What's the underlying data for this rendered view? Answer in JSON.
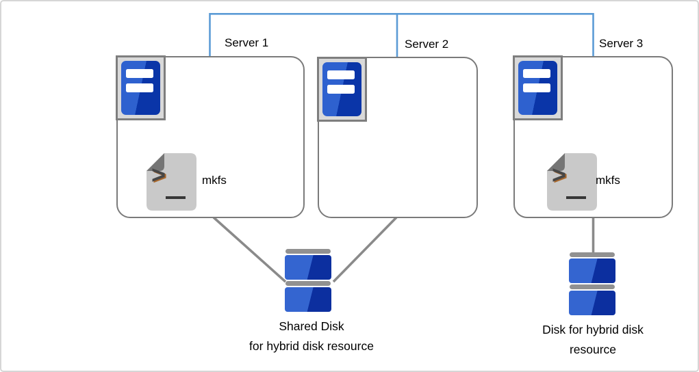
{
  "servers": [
    {
      "name": "Server 1",
      "script": "mkfs"
    },
    {
      "name": "Server 2"
    },
    {
      "name": "Server 3",
      "script": "mkfs"
    }
  ],
  "storage": [
    {
      "line1": "Shared Disk",
      "line2": "for hybrid disk resource"
    },
    {
      "line1": "Disk for hybrid disk",
      "line2": "resource"
    }
  ],
  "colors": {
    "network_line": "#5b9bd5",
    "box_border": "#7a7a7a",
    "disk_link_line": "#8a8a8a",
    "server_blue_light": "#2e61cf",
    "server_blue_dark": "#0a35a8",
    "disk_blue_light": "#3465d0",
    "disk_blue_dark": "#0c2f9f",
    "disk_cap_gray": "#919191",
    "script_file_gray": "#c9c9c9",
    "script_fold_gray": "#757575",
    "canvas_border": "#d6d6d6"
  }
}
